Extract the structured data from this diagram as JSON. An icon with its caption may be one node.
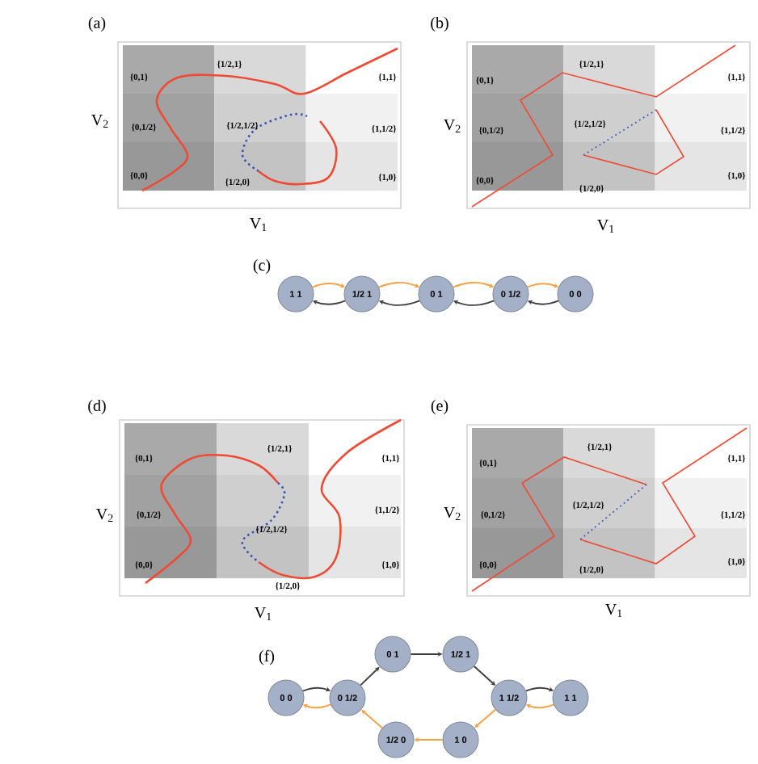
{
  "diagram": {
    "nodes": [
      {
        "text": [
          "1 1"
        ]
      },
      {
        "text": [
          "1/2 1"
        ]
      },
      {
        "text": [
          "0 1"
        ]
      },
      {
        "text": [
          "0 1/2"
        ]
      },
      {
        "text": [
          "0 0"
        ]
      },
      {
        "text": [
          "0 1"
        ]
      },
      {
        "text": [
          "1/2 1"
        ]
      },
      {
        "text": [
          "0 0"
        ]
      },
      {
        "text": [
          "0 1/2"
        ]
      },
      {
        "text": [
          "1 1/2"
        ]
      },
      {
        "text": [
          "1 1"
        ]
      },
      {
        "text": [
          "1/2 0"
        ]
      },
      {
        "text": [
          "1 0"
        ]
      }
    ],
    "edges": [
      {
        "from": 0,
        "to": 1,
        "arrow": "to",
        "color": "#f7a145"
      },
      {
        "from": 1,
        "to": 0,
        "arrow": "to",
        "color": "#404040"
      },
      {
        "from": 1,
        "to": 2,
        "arrow": "to",
        "color": "#f7a145"
      },
      {
        "from": 2,
        "to": 1,
        "arrow": "to",
        "color": "#404040"
      },
      {
        "from": 2,
        "to": 3,
        "arrow": "to",
        "color": "#f7a145"
      },
      {
        "from": 3,
        "to": 2,
        "arrow": "to",
        "color": "#404040"
      },
      {
        "from": 3,
        "to": 4,
        "arrow": "to",
        "color": "#f7a145"
      },
      {
        "from": 4,
        "to": 3,
        "arrow": "to",
        "color": "#404040"
      },
      {
        "from": 7,
        "to": 8,
        "arrow": "to",
        "color": "#404040"
      },
      {
        "from": 8,
        "to": 7,
        "arrow": "to",
        "color": "#f7a145"
      },
      {
        "from": 8,
        "to": 5,
        "arrow": "to",
        "color": "#404040"
      },
      {
        "from": 5,
        "to": 6,
        "arrow": "to",
        "color": "#404040"
      },
      {
        "from": 6,
        "to": 9,
        "arrow": "to",
        "color": "#404040"
      },
      {
        "from": 9,
        "to": 10,
        "arrow": "to",
        "color": "#404040"
      },
      {
        "from": 10,
        "to": 9,
        "arrow": "to",
        "color": "#f7a145"
      },
      {
        "from": 9,
        "to": 12,
        "arrow": "to",
        "color": "#f7a145"
      },
      {
        "from": 12,
        "to": 11,
        "arrow": "to",
        "color": "#f7a145"
      },
      {
        "from": 11,
        "to": 8,
        "arrow": "to",
        "color": "#f7a145"
      }
    ],
    "labels": [
      "(a)",
      "{0,1}",
      "{1/2,1}",
      "{1,1}",
      "{0,1/2}",
      "{1/2,1/2}",
      "{1,1/2}",
      "{0,0}",
      "{1/2,0}",
      "{1,0}",
      "V$_{2}$",
      "V$_{1}$",
      "(b)",
      "{0,1}",
      "{1/2,1}",
      "{1,1}",
      "{0,1/2}",
      "{1/2,1/2}",
      "{1,1/2}",
      "{0,0}",
      "{1/2,0}",
      "{1,0}",
      "V$_{2}$",
      "V$_{1}$",
      "(c)",
      "(d)",
      "{0,1}",
      "{1/2,1}",
      "{1,1}",
      "{0,1/2}",
      "{1/2,1/2}",
      "{1,1/2}",
      "{0,0}",
      "{1/2,0}",
      "{1,0}",
      "V$_{2}$",
      "V$_{1}$",
      "(e)",
      "{0,1}",
      "{1/2,1}",
      "{1,1}",
      "{0,1/2}",
      "{1/2,1/2}",
      "{1,1/2}",
      "{0,0}",
      "{1/2,0}",
      "{1,0}",
      "V$_{2}$",
      "V$_{1}$",
      "(f)"
    ]
  }
}
